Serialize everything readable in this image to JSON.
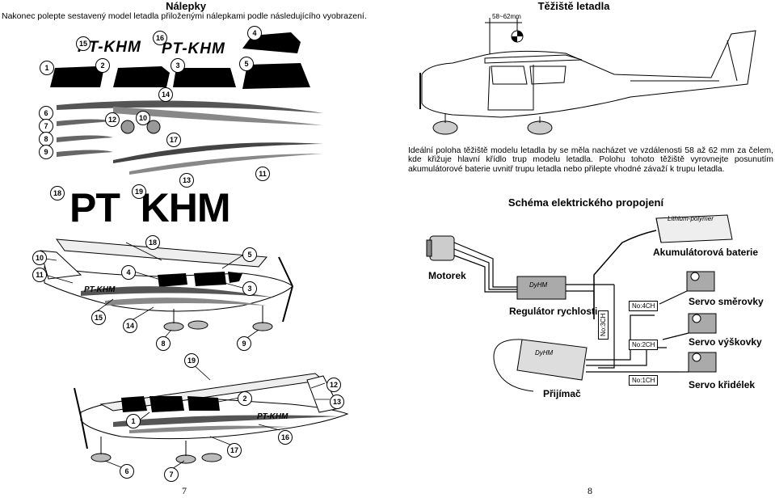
{
  "left": {
    "title": "Nálepky",
    "intro": "Nakonec polepte sestavený model letadla přiloženými nálepkami podle následujícího vyobrazení.",
    "reg_small_1": "PT-KHM",
    "reg_small_2": "PT-KHM",
    "reg_large": "PT  KHM",
    "fuselage_text": "PT-KHM",
    "markers": [
      "1",
      "2",
      "3",
      "4",
      "5",
      "6",
      "7",
      "8",
      "9",
      "10",
      "11",
      "12",
      "13",
      "14",
      "15",
      "16",
      "17",
      "18",
      "19"
    ],
    "page_number": "7"
  },
  "right": {
    "cg_title": "Těžiště letadla",
    "cg_dimension": "58~62mm",
    "cg_text": "Ideální poloha těžiště modelu letadla by se měla nacházet ve vzdálenosti 58 až 62 mm za čelem, kde křižuje hlavní křídlo trup modelu letadla. Polohu tohoto těžiště vyrovnejte posunutím akumulátorové baterie uvnitř trupu letadla nebo přilepte vhodné závaží k trupu letadla.",
    "wiring_title": "Schéma elektrického propojení",
    "battery_tag": "Lithium-polymer",
    "battery_label": "Akumulátorová baterie",
    "motor_label": "Motorek",
    "esc_label": "Regulátor rychlosti",
    "esc_brand": "DyHM",
    "receiver_label": "Přijímač",
    "receiver_brand": "DyHM",
    "ch3": "No:3CH",
    "ch4": "No:4CH",
    "ch2": "No:2CH",
    "ch1": "No:1CH",
    "servo_rudder": "Servo směrovky",
    "servo_elevator": "Servo výškovky",
    "servo_aileron": "Servo křidélek",
    "page_number": "8"
  }
}
